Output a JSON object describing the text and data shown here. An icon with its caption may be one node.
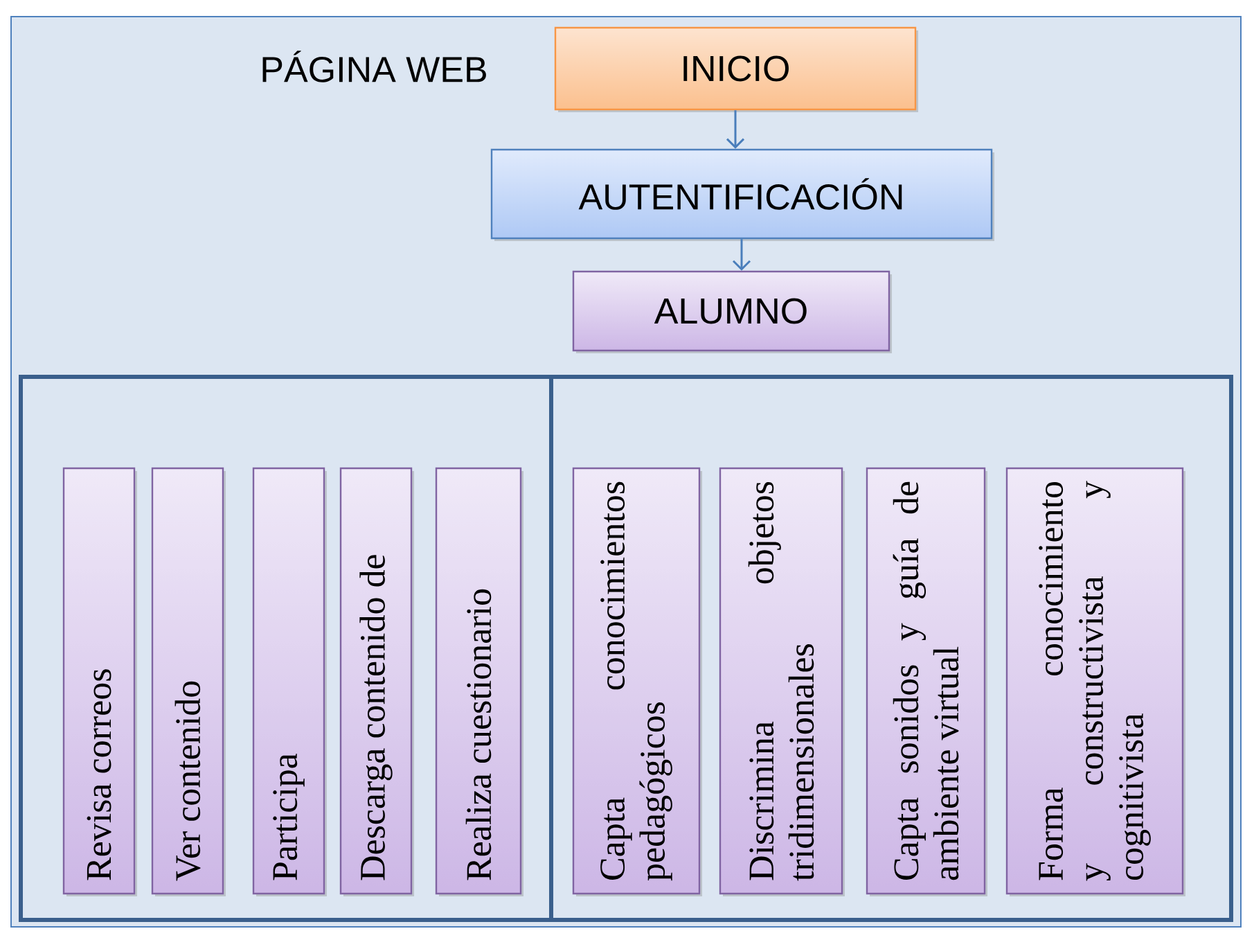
{
  "diagram": {
    "nodes": [
      {
        "text": [
          "PÁGINA WEB"
        ]
      },
      {
        "text": [
          "INICIO"
        ],
        "in": 0
      },
      {
        "text": [
          "AUTENTIFICACIÓN"
        ],
        "in": 0
      },
      {
        "text": [
          "ALUMNO"
        ],
        "in": 0
      },
      {
        "text": [],
        "shape": "box",
        "in": 0
      },
      {
        "text": [
          "Revisa correos"
        ],
        "in": 4
      },
      {
        "text": [
          "Ver contenido"
        ],
        "in": 4
      },
      {
        "text": [
          "Participa"
        ],
        "in": 4
      },
      {
        "text": [
          "Descarga contenido de"
        ],
        "in": 4
      },
      {
        "text": [
          "Realiza cuestionario"
        ],
        "in": 4
      },
      {
        "text": [],
        "shape": "box",
        "in": 0
      },
      {
        "text": [
          "Capta conocimientos pedagógicos"
        ],
        "in": 10
      },
      {
        "text": [
          "Discrimina objetos tridimensionales"
        ],
        "in": 10
      },
      {
        "text": [
          "Capta sonidos y guía de ambiente virtual"
        ],
        "in": 10
      },
      {
        "text": [
          "Forma conocimiento y constructivista y cognitivista"
        ],
        "in": 10
      }
    ],
    "edges": [
      {
        "from": 1,
        "to": 2,
        "arrow": "to"
      },
      {
        "from": 2,
        "to": 3,
        "arrow": "to"
      }
    ]
  }
}
